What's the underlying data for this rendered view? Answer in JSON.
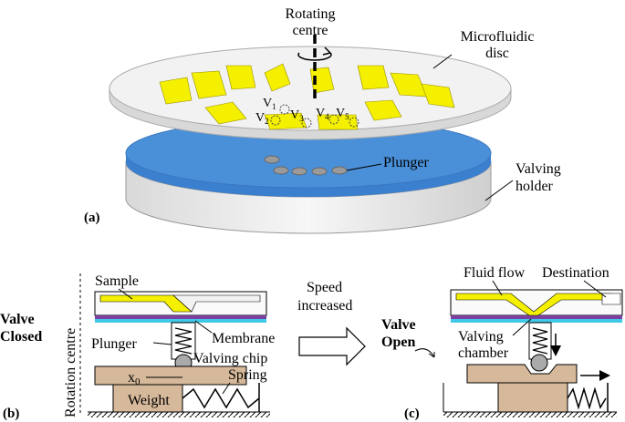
{
  "figure": {
    "panel_a": {
      "tag": "(a)",
      "rotating_centre_line1": "Rotating",
      "rotating_centre_line2": "centre",
      "disc_line1": "Microfluidic",
      "disc_line2": "disc",
      "plunger": "Plunger",
      "holder_line1": "Valving",
      "holder_line2": "holder",
      "valves": [
        {
          "letter": "V",
          "index": "1"
        },
        {
          "letter": "V",
          "index": "2"
        },
        {
          "letter": "V",
          "index": "3"
        },
        {
          "letter": "V",
          "index": "4"
        },
        {
          "letter": "V",
          "index": "5"
        }
      ]
    },
    "panel_b": {
      "tag": "(b)",
      "state_line1": "Valve",
      "state_line2": "Closed",
      "axis": "Rotation centre",
      "sample": "Sample",
      "membrane": "Membrane",
      "plunger": "Plunger",
      "valving_chip": "Valving chip",
      "spring": "Spring",
      "weight": "Weight",
      "x0_letter": "x",
      "x0_sub": "0"
    },
    "transition": {
      "line1": "Speed",
      "line2": "increased"
    },
    "panel_c": {
      "tag": "(c)",
      "state_line1": "Valve",
      "state_line2": "Open",
      "fluid_flow": "Fluid flow",
      "destination": "Destination",
      "chamber_line1": "Valving",
      "chamber_line2": "chamber"
    },
    "colors": {
      "disc": "#f2f2f2",
      "channel": "#f4f000",
      "holder_top": "#4a90d9",
      "holder_side": "#e8e8e8",
      "membrane_top": "#7b3fa0",
      "membrane_cyan": "#40c8e8",
      "chip_brown": "#d6b99a",
      "spring": "#000000"
    }
  }
}
